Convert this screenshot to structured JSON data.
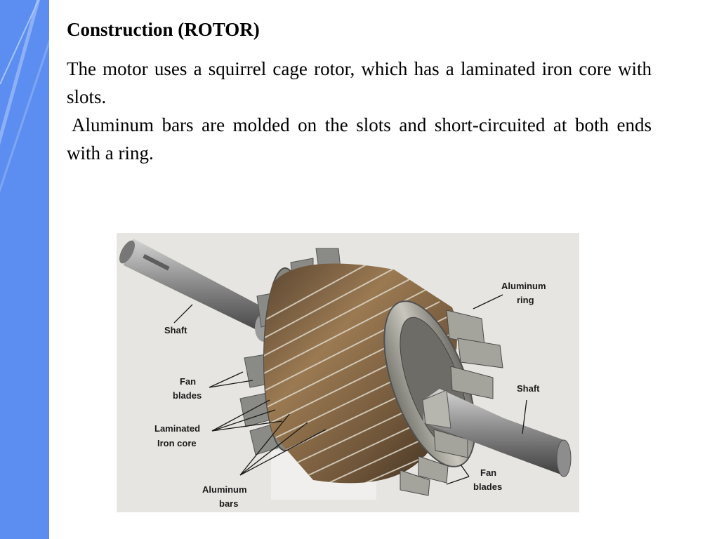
{
  "slide": {
    "title": "Construction (ROTOR)",
    "paragraphs": [
      "The motor uses a squirrel cage rotor, which has a laminated iron core with slots.",
      "Aluminum bars are molded on the slots and short-circuited at both ends with a ring."
    ]
  },
  "figure": {
    "labels": {
      "aluminum_ring": [
        "Aluminum",
        "ring"
      ],
      "shaft_left": "Shaft",
      "shaft_right": "Shaft",
      "fan_blades_left": [
        "Fan",
        "blades"
      ],
      "fan_blades_right": [
        "Fan",
        "blades"
      ],
      "laminated_core": [
        "Laminated",
        "Iron core"
      ],
      "aluminum_bars": [
        "Aluminum",
        "bars"
      ]
    }
  },
  "colors": {
    "side_bar": "#5b8ef0",
    "photo_background": "#e6e5e1",
    "core_copper": "#8a6a44",
    "metal": "#9a9a9a"
  }
}
